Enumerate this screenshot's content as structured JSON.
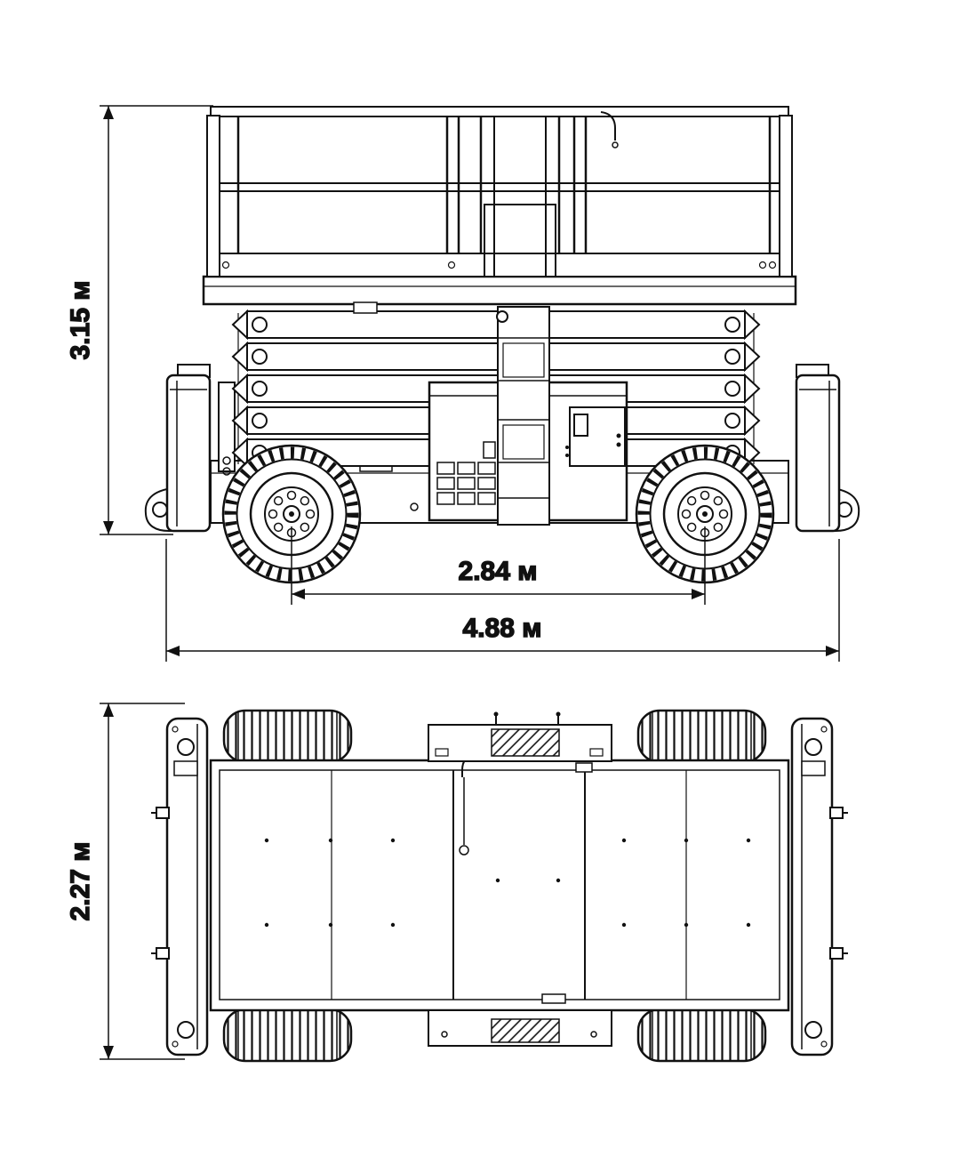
{
  "diagram": {
    "subject": "scissor-lift-technical-drawing",
    "line_color": "#111111",
    "background": "#ffffff",
    "views": [
      {
        "id": "side",
        "name": "side-elevation-view"
      },
      {
        "id": "top",
        "name": "plan-top-view"
      }
    ],
    "dimensions": {
      "overall_height": "3.15 м",
      "wheelbase": "2.84 м",
      "overall_length": "4.88 м",
      "overall_width": "2.27 м"
    }
  }
}
